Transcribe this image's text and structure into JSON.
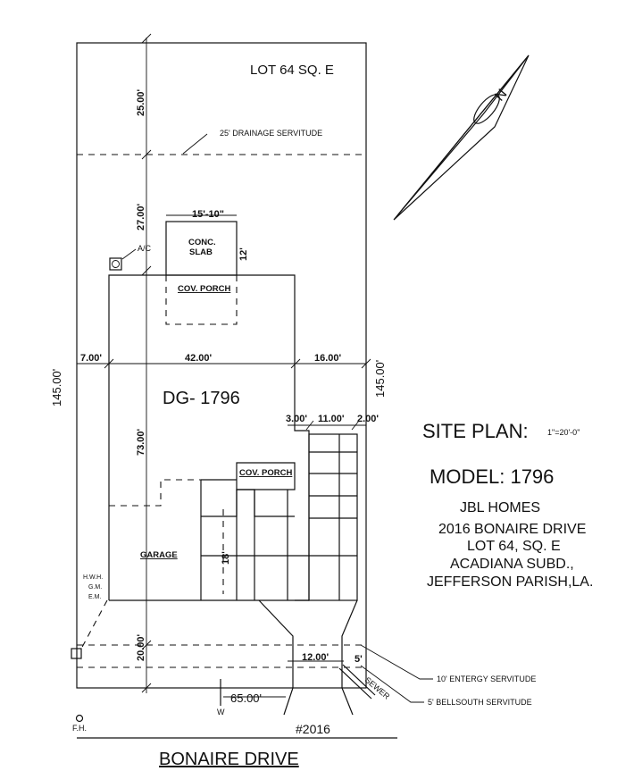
{
  "lot_label": "LOT 64   SQ. E",
  "north_label": "N",
  "dimensions": {
    "top_setback": "25.00'",
    "mid_setback": "27.00'",
    "left_side": "7.00'",
    "house_width": "42.00'",
    "right_side": "16.00'",
    "lot_depth_left": "145.00'",
    "lot_depth_right": "145.00'",
    "house_depth": "73.00'",
    "slab_width": "15'-10\"",
    "slab_depth": "12'",
    "offset_a": "3.00'",
    "offset_b": "11.00'",
    "offset_c": "2.00'",
    "garage_depth": "18'",
    "front_setback": "20.00'",
    "driveway_width": "12.00'",
    "bellsouth_width": "5'",
    "lot_frontage": "65.00'"
  },
  "labels": {
    "drainage_servitude": "25' DRAINAGE SERVITUDE",
    "ac": "A/C",
    "conc_slab_1": "CONC.",
    "conc_slab_2": "SLAB",
    "cov_porch_rear": "COV. PORCH",
    "model_code": "DG- 1796",
    "cov_porch_front": "COV. PORCH",
    "garage": "GARAGE",
    "hwh": "H.W.H.",
    "gm": "G.M.",
    "em": "E.M.",
    "entergy": "10' ENTERGY SERVITUDE",
    "bellsouth": "5' BELLSOUTH SERVITUDE",
    "sewer": "SEWER",
    "water": "W",
    "fh": "F.H.",
    "house_number": "#2016",
    "street": "BONAIRE DRIVE"
  },
  "info": {
    "site_plan": "SITE PLAN:",
    "scale": "1\"=20'-0\"",
    "model": "MODEL:  1796",
    "builder": "JBL  HOMES",
    "address_1": "2016 BONAIRE DRIVE",
    "address_2": "LOT 64, SQ. E",
    "address_3": "ACADIANA SUBD.,",
    "address_4": "JEFFERSON PARISH,LA."
  }
}
